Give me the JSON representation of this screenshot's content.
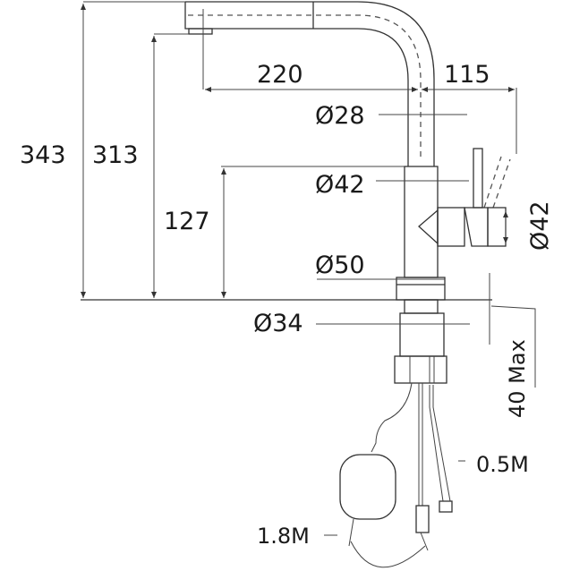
{
  "diagram": {
    "dimensions": {
      "total_height": "343",
      "spout_height": "313",
      "body_height": "127",
      "reach": "220",
      "lever_offset": "115",
      "spout_diameter": "Ø28",
      "body_diameter": "Ø42",
      "handle_diameter": "Ø42",
      "base_diameter": "Ø50",
      "shank_diameter": "Ø34",
      "max_deck_thickness": "40 Max",
      "supply_hose_length": "0.5M",
      "pullout_hose_length": "1.8M"
    },
    "colors": {
      "line": "#333333",
      "background": "#ffffff"
    }
  }
}
